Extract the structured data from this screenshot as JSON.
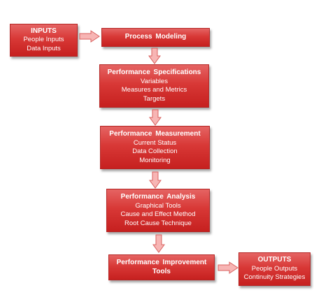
{
  "diagram": {
    "inputs": {
      "title": "INPUTS",
      "lines": [
        "People Inputs",
        "Data Inputs"
      ]
    },
    "process_modeling": {
      "title": "Process Modeling"
    },
    "performance_specifications": {
      "title": "Performance  Specifications",
      "lines": [
        "Variables",
        "Measures and Metrics",
        "Targets"
      ]
    },
    "performance_measurement": {
      "title": "Performance  Measurement",
      "lines": [
        "Current Status",
        "Data Collection",
        "Monitoring"
      ]
    },
    "performance_analysis": {
      "title": "Performance  Analysis",
      "lines": [
        "Graphical Tools",
        "Cause and Effect Method",
        "Root Cause Technique"
      ]
    },
    "performance_improvement": {
      "title_line1": "Performance  Improvement",
      "title_line2": "Tools"
    },
    "outputs": {
      "title": "OUTPUTS",
      "lines": [
        "People Outputs",
        "Continuity Strategies"
      ]
    },
    "colors": {
      "box_fill": "#d83836",
      "box_border": "#b52524",
      "arrow_fill": "#f7b5b4",
      "arrow_stroke": "#d9605e"
    }
  }
}
